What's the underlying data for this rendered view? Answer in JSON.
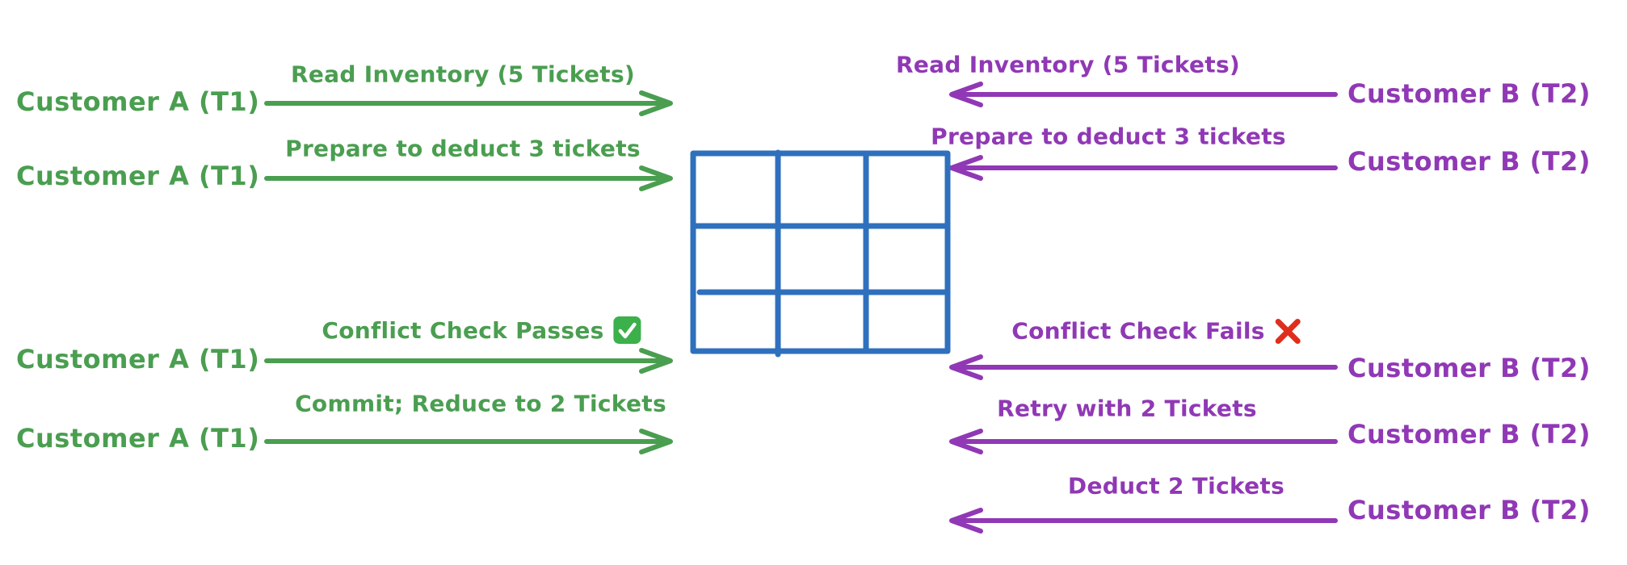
{
  "diagram": {
    "title_implicit": "",
    "left": {
      "actor": "Customer A (T1)",
      "color": "#4a9e50",
      "messages": [
        {
          "label": "Read Inventory (5 Tickets)"
        },
        {
          "label": "Prepare to deduct 3 tickets"
        },
        {
          "label": "Conflict Check Passes",
          "icon": "check-emoji"
        },
        {
          "label": "Commit; Reduce to 2 Tickets"
        }
      ]
    },
    "right": {
      "actor": "Customer B (T2)",
      "color": "#9038b5",
      "messages": [
        {
          "label": "Read Inventory (5 Tickets)"
        },
        {
          "label": "Prepare to deduct 3 tickets"
        },
        {
          "label": "Conflict Check Fails",
          "icon": "cross-emoji"
        },
        {
          "label": "Retry with 2 Tickets"
        },
        {
          "label": "Deduct 2 Tickets"
        }
      ]
    },
    "database_table": {
      "rows": 3,
      "cols": 3,
      "color": "#2e70bd"
    },
    "icon_colors": {
      "check_bg": "#3cb04a",
      "check_mark": "#ffffff",
      "cross": "#de2e1d"
    }
  }
}
